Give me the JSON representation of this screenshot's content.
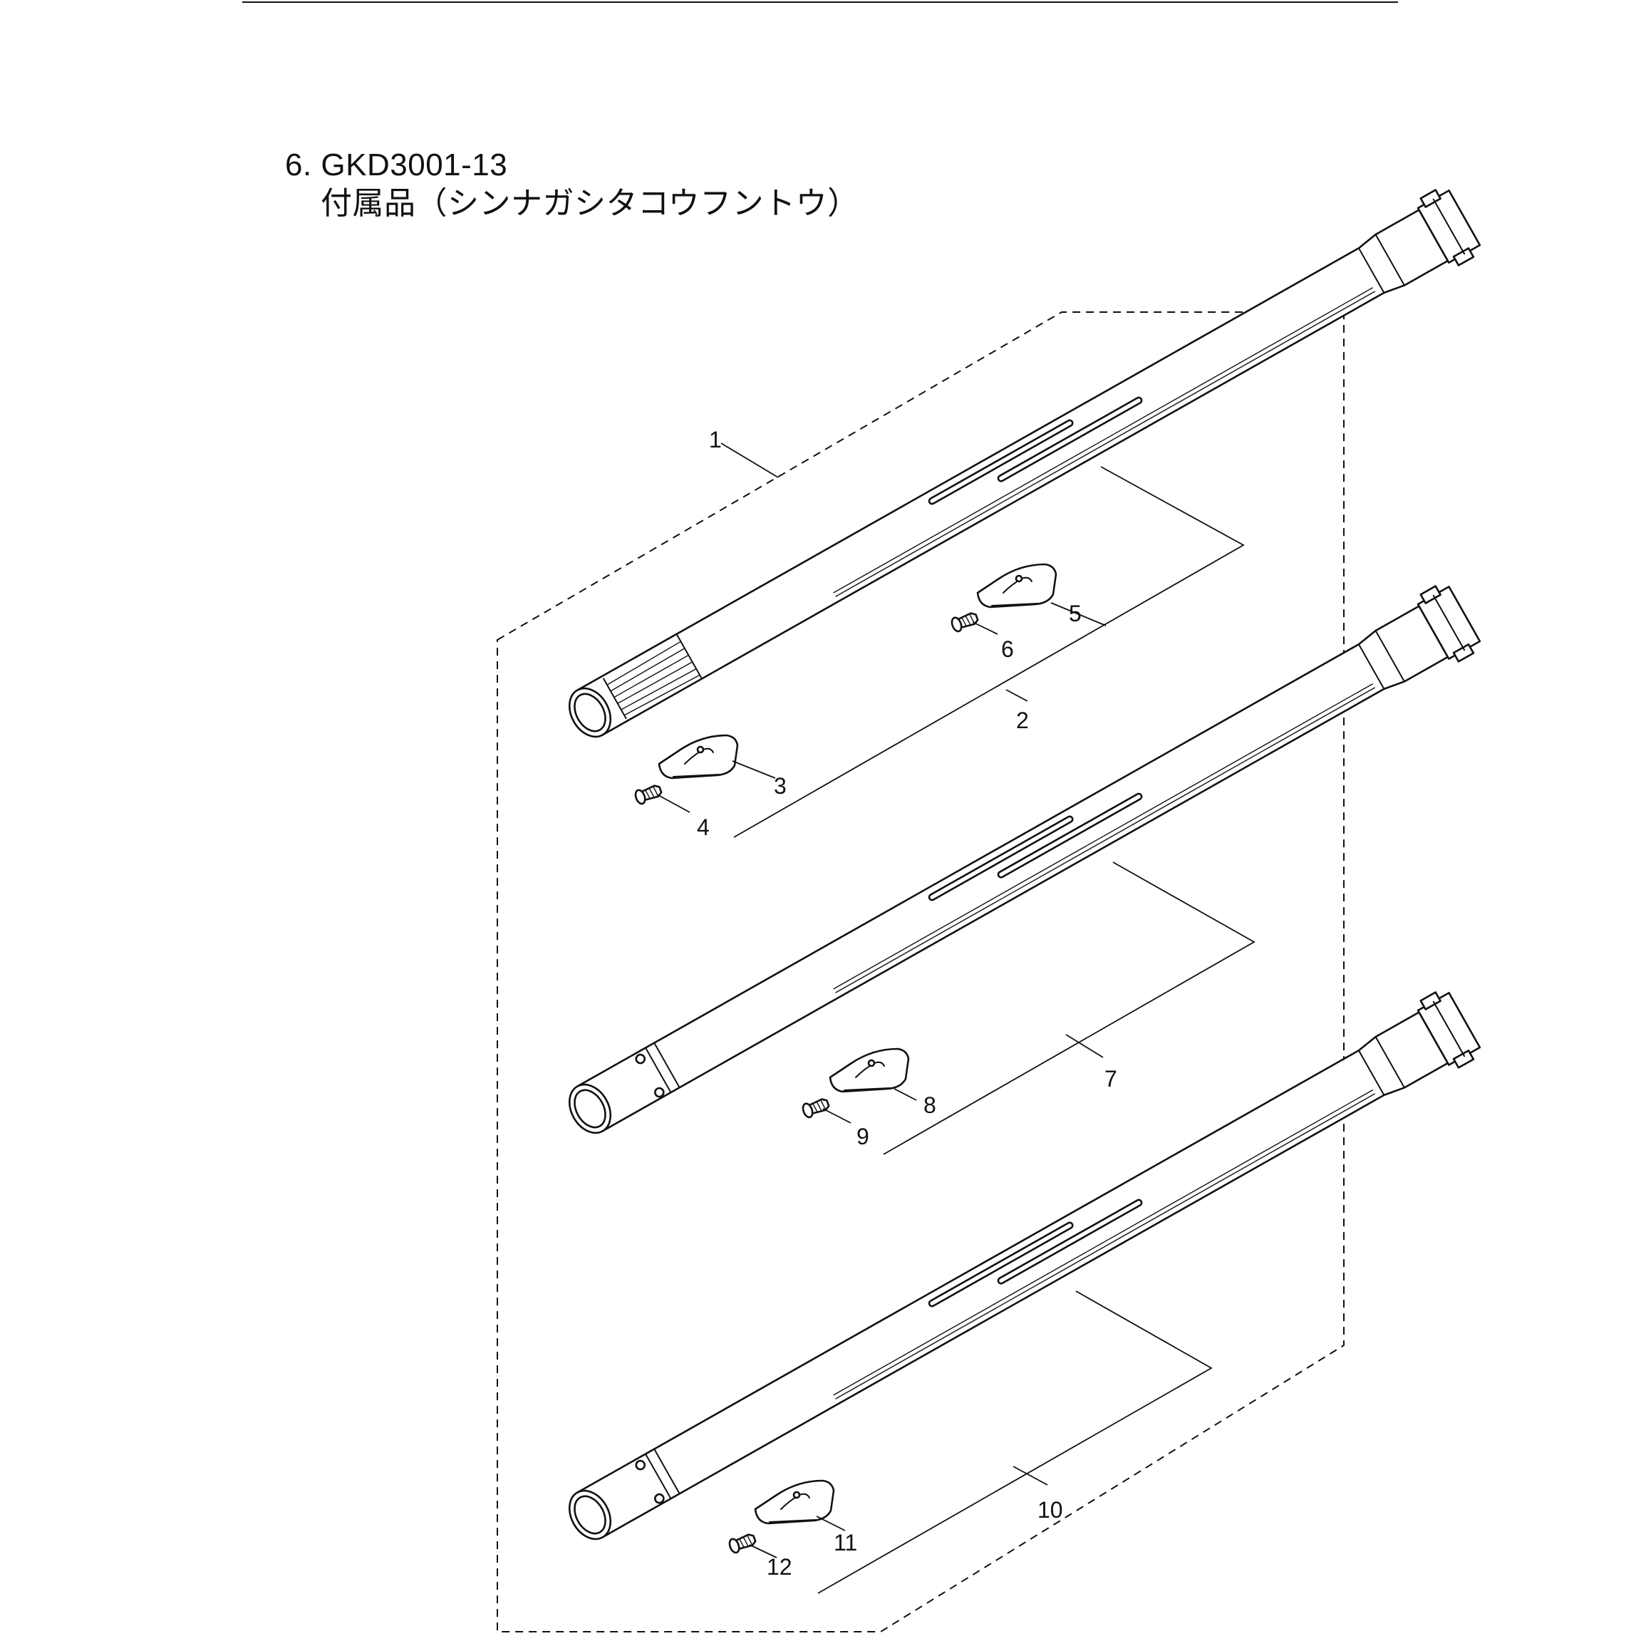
{
  "header": {
    "title_line1": "6. GKD3001-13",
    "title_line2": "付属品（シンナガシタコウフントウ）"
  },
  "callouts": [
    "1",
    "2",
    "3",
    "4",
    "5",
    "6",
    "7",
    "8",
    "9",
    "10",
    "11",
    "12"
  ]
}
